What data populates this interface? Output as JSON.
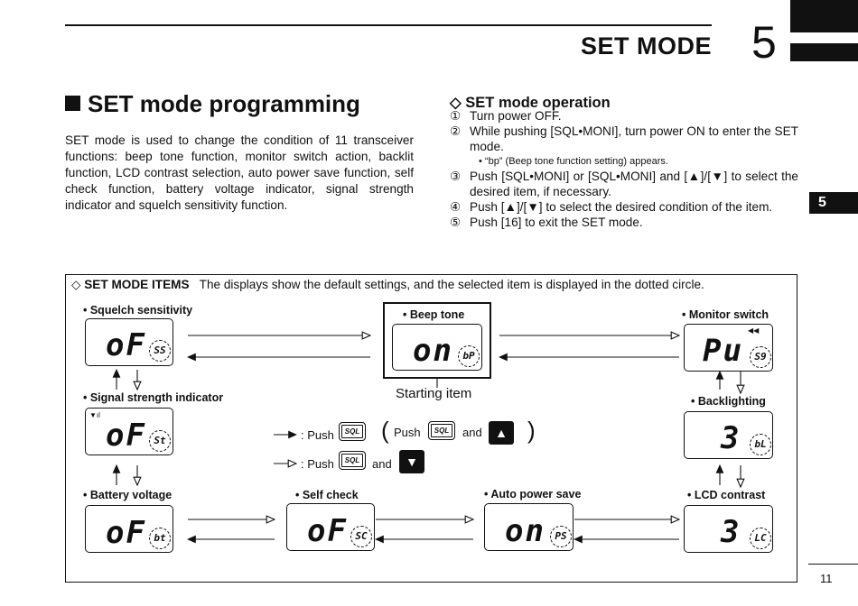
{
  "header": {
    "title": "SET MODE",
    "chapter": "5",
    "side_tab": "5"
  },
  "section": {
    "title": "SET mode programming",
    "intro": "SET mode is used to change the condition of 11 transceiver functions: beep tone function, monitor switch action, backlit function, LCD contrast selection, auto power save function, self check function, battery voltage indicator, signal strength indicator and squelch sensitivity function."
  },
  "operation": {
    "title": "SET mode operation",
    "steps": [
      {
        "n": "①",
        "text": "Turn power OFF."
      },
      {
        "n": "②",
        "text": "While pushing [SQL•MONI], turn power ON to enter the SET mode."
      },
      {
        "n": "③",
        "text": "Push [SQL•MONI] or [SQL•MONI] and [▲]/[▼] to select the desired item, if necessary."
      },
      {
        "n": "④",
        "text": "Push [▲]/[▼] to select the desired condition of the item."
      },
      {
        "n": "⑤",
        "text": "Push [16] to exit the SET mode."
      }
    ],
    "note": "• “bp” (Beep tone function setting) appears."
  },
  "items": {
    "heading": "SET MODE ITEMS",
    "description": "The displays show the default settings, and the selected item is displayed in the dotted circle.",
    "start_label": "Starting item",
    "displays": {
      "squelch": {
        "label": "• Squelch sensitivity",
        "main": "oF",
        "code": "SS"
      },
      "beep": {
        "label": "• Beep tone",
        "main": "on",
        "code": "bP"
      },
      "monitor": {
        "label": "• Monitor switch",
        "main": "Pu",
        "code": "S9"
      },
      "signal": {
        "label": "• Signal strength indicator",
        "main": "oF",
        "code": "St"
      },
      "backlight": {
        "label": "• Backlighting",
        "main": "3",
        "code": "bL"
      },
      "battery": {
        "label": "• Battery voltage",
        "main": "oF",
        "code": "bt"
      },
      "selfcheck": {
        "label": "• Self check",
        "main": "oF",
        "code": "SC"
      },
      "apo": {
        "label": "• Auto power save",
        "main": "on",
        "code": "PS"
      },
      "lcd": {
        "label": "• LCD contrast",
        "main": "3",
        "code": "LC"
      }
    },
    "legend": {
      "push": ": Push",
      "push2": ": Push",
      "push_in": "Push",
      "and": "and",
      "and2": "and",
      "sql": "SQL",
      "up": "▲",
      "down": "▼",
      "open": "(",
      "close": ")"
    }
  },
  "footer": {
    "page": "11"
  }
}
